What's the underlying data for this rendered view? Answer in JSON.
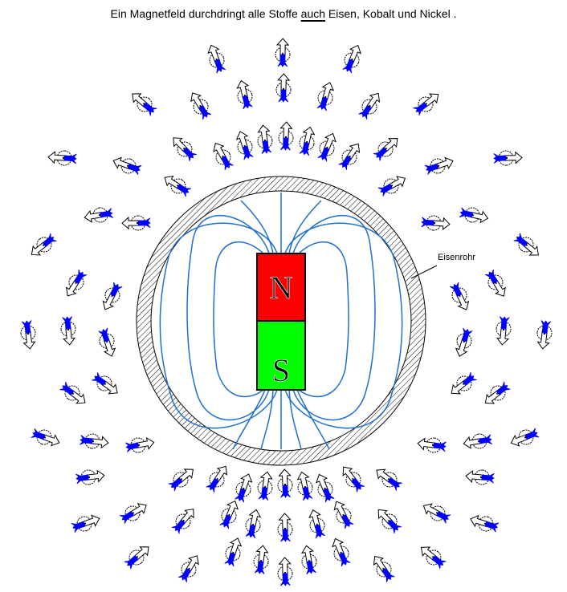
{
  "title": {
    "part1": "Ein Magnetfeld durchdringt alle Stoffe",
    "emphasis": "auch",
    "part2": "Eisen, Kobalt und Nickel ."
  },
  "tube_label": "Eisenrohr",
  "magnet": {
    "north": "N",
    "south": "S",
    "north_color": "#ff0000",
    "south_color": "#00ff00"
  },
  "colors": {
    "field_line": "#1e6fd0",
    "compass_tail": "#0000ff"
  }
}
